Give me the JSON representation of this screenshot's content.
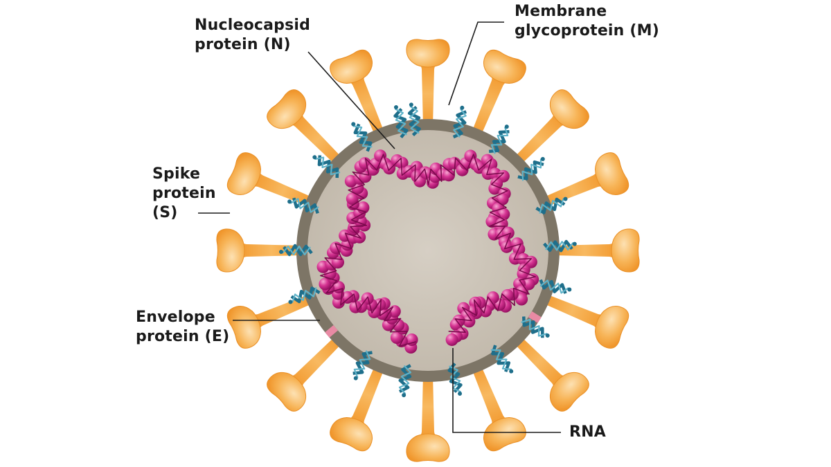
{
  "labels": {
    "nucleocapsid": {
      "line1": "Nucleocapsid",
      "line2": "protein (N)"
    },
    "membrane": {
      "line1": "Membrane",
      "line2": "glycoprotein (M)"
    },
    "spike": {
      "line1": "Spike",
      "line2": "protein",
      "line3": "(S)"
    },
    "envelope": {
      "line1": "Envelope",
      "line2": "protein (E)"
    },
    "rna": {
      "line1": "RNA"
    }
  },
  "colors": {
    "spike": "#f5a23a",
    "spike_light": "#fbd08f",
    "membrane_ring": "#7d7566",
    "interior": "#cdc5b9",
    "nucleocapsid": "#c8157f",
    "nucleocapsid_light": "#ee6ab3",
    "m_protein": "#1f6f8b",
    "e_protein": "#e88aa4",
    "leader_line": "#1a1a1a"
  }
}
